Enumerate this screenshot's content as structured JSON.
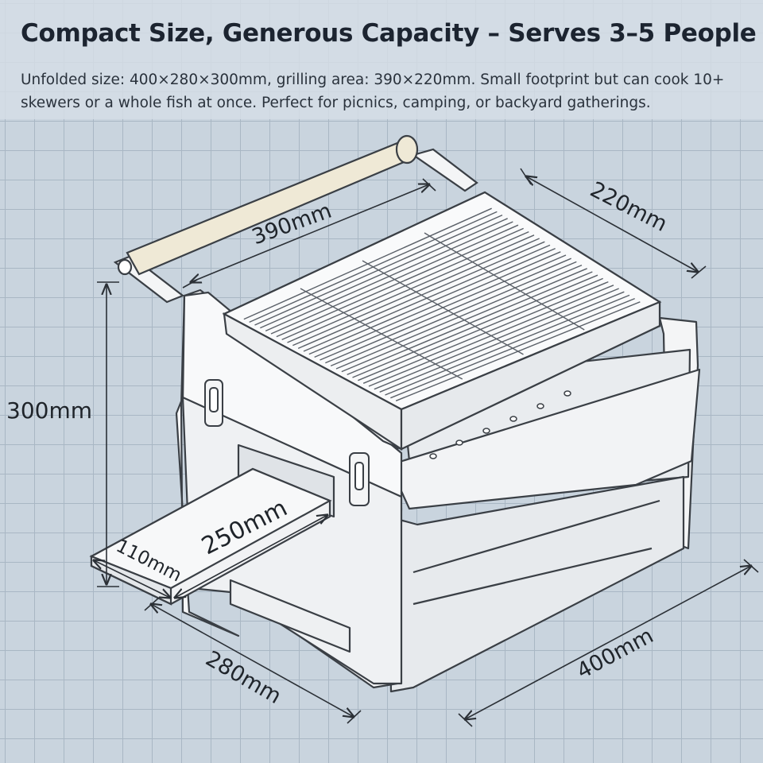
{
  "header": {
    "title": "Compact Size, Generous Capacity – Serves 3–5 People",
    "description": "Unfolded size: 400×280×300mm, grilling area: 390×220mm. Small footprint but can cook 10+ skewers or a whole fish at once. Perfect for picnics, camping, or backyard gatherings."
  },
  "dimensions": {
    "grill_length": "390mm",
    "grill_width": "220mm",
    "height": "300mm",
    "tray_length": "250mm",
    "tray_width": "110mm",
    "depth": "280mm",
    "length": "400mm"
  },
  "colors": {
    "background": "#c9d4de",
    "grid": "#a9b7c4",
    "outline": "#3a3f45",
    "handle": "#efe9d6"
  }
}
